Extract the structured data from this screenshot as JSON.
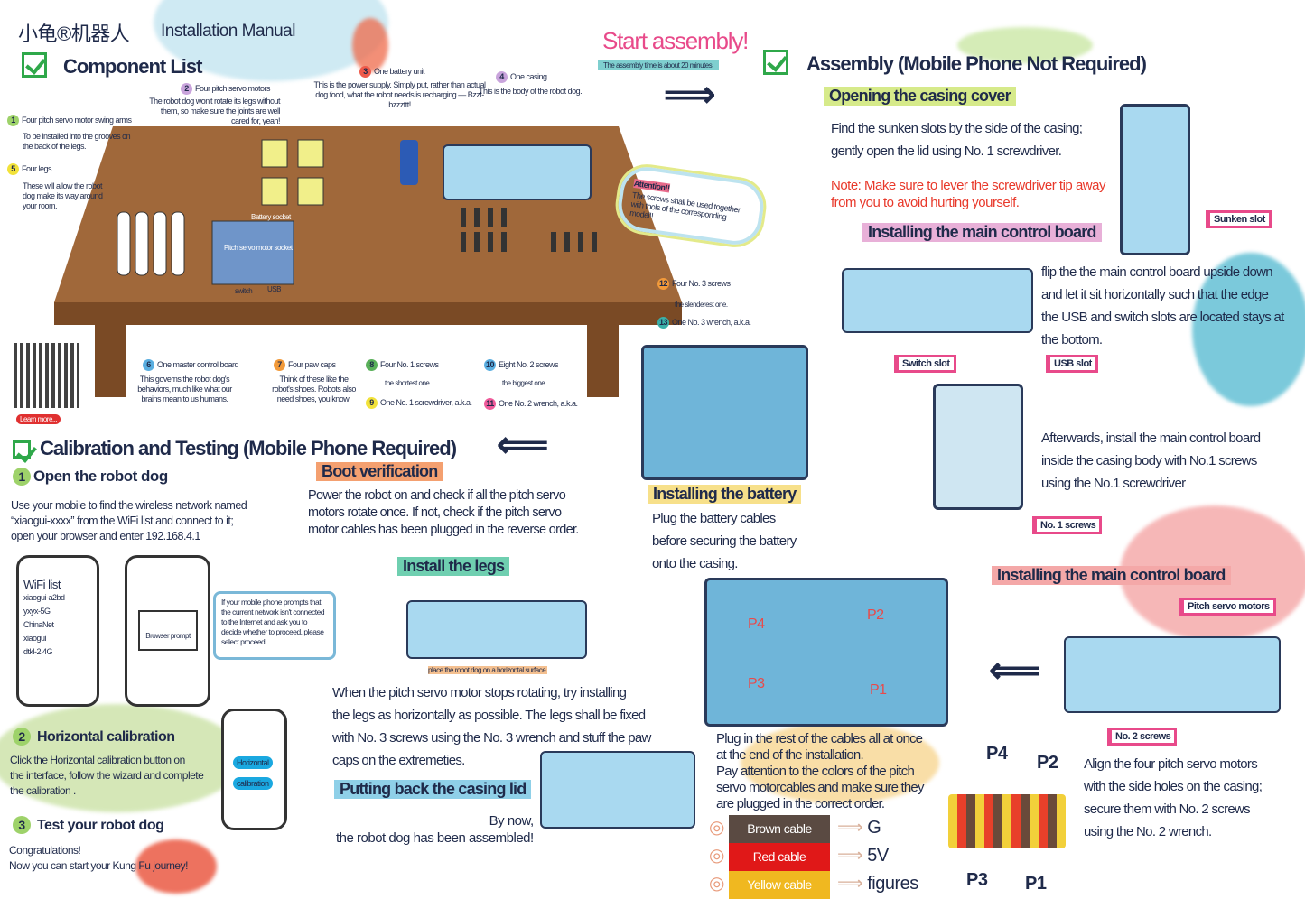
{
  "header": {
    "logo_text": "小龟®机器人",
    "title": "Installation Manual"
  },
  "component_list": {
    "title": "Component List",
    "items": [
      {
        "num": "1",
        "name": "Four pitch servo motor swing arms",
        "desc": "To be installed into the grooves on the back of the legs."
      },
      {
        "num": "2",
        "name": "Four pitch servo motors",
        "desc": "The robot dog won't rotate its legs without them, so make sure the joints are well cared for, yeah!"
      },
      {
        "num": "3",
        "name": "One battery unit",
        "desc": "This is the power supply. Simply put, rather than actual dog food, what the robot needs is recharging — Bzzt-bzzzttt!"
      },
      {
        "num": "4",
        "name": "One casing",
        "desc": "This is the body of the robot dog."
      },
      {
        "num": "5",
        "name": "Four legs",
        "desc": "These will allow the robot dog make its way around your room."
      },
      {
        "num": "6",
        "name": "One master control board",
        "desc": "This governs the robot dog's behaviors, much like what our brains mean to us humans."
      },
      {
        "num": "7",
        "name": "Four paw caps",
        "desc": "Think of these like the robot's shoes. Robots also need shoes, you know!"
      },
      {
        "num": "8",
        "name": "Four No. 1 screws",
        "desc": "the shortest one"
      },
      {
        "num": "9",
        "name": "One No. 1 screwdriver, a.k.a.",
        "desc": ""
      },
      {
        "num": "10",
        "name": "Eight No. 2 screws",
        "desc": "the biggest one"
      },
      {
        "num": "11",
        "name": "One No. 2 wrench, a.k.a.",
        "desc": ""
      },
      {
        "num": "12",
        "name": "Four No. 3 screws",
        "desc": "the slenderest one."
      },
      {
        "num": "13",
        "name": "One No. 3 wrench, a.k.a.",
        "desc": ""
      }
    ],
    "board_labels": {
      "battery_socket": "Battery socket",
      "servo_socket": "Pitch servo motor socket",
      "switch": "switch",
      "usb": "USB"
    },
    "learn_more": "Learn more..."
  },
  "start": {
    "title": "Start assembly!",
    "time": "The assembly time is about 20 minutes."
  },
  "attention": {
    "label": "Attention!!",
    "text": "The screws shall be used together with tools of the corresponding model!!"
  },
  "assembly": {
    "title": "Assembly (Mobile Phone Not Required)",
    "opening": {
      "title": "Opening the casing cover",
      "lines": [
        "Find the sunken slots by the side of the casing;",
        "gently open the lid using No. 1 screwdriver."
      ],
      "note": [
        "Note: Make sure to lever the screwdriver tip away",
        "from you to avoid hurting yourself."
      ],
      "sunken_slot": "Sunken slot"
    },
    "board1": {
      "title": "Installing the main control board",
      "lines": [
        "flip the the main control board upside down",
        "and let it sit horizontally such that the edge",
        "the USB and switch slots are located stays at",
        "the bottom."
      ],
      "switch_slot": "Switch slot",
      "usb_slot": "USB slot",
      "after": [
        "Afterwards, install the main control board",
        "inside the casing body with No.1 screws",
        "using the No.1 screwdriver"
      ],
      "screws_label": "No. 1 screws"
    },
    "board2": {
      "title": "Installing the main control board",
      "servo_label": "Pitch servo motors",
      "screws_label": "No. 2 screws",
      "lines": [
        "Align the four pitch servo motors",
        "with the side holes on the casing;",
        "secure them with No. 2 screws",
        "using the No. 2 wrench."
      ],
      "ports": [
        "P4",
        "P2",
        "P3",
        "P1"
      ]
    },
    "battery": {
      "title": "Installing the battery",
      "lines": [
        "Plug the battery cables",
        "before securing the battery",
        "onto the casing."
      ],
      "ports": [
        "P4",
        "P2",
        "P3",
        "P1"
      ]
    },
    "cables": {
      "lines": [
        "Plug in the rest of the cables all at once",
        "at the end of the installation.",
        "Pay attention to the colors of the pitch",
        "servo motorcables and make sure they",
        "are plugged in the correct order."
      ],
      "rows": [
        {
          "cable": "Brown cable",
          "target": "G",
          "color": "#5a4a42"
        },
        {
          "cable": "Red cable",
          "target": "5V",
          "color": "#e01818"
        },
        {
          "cable": "Yellow cable",
          "target": "figures",
          "color": "#f0b820"
        }
      ]
    },
    "legs": {
      "title": "Install the legs",
      "surface": "place the robot dog on a horizontal surface.",
      "lines": [
        "When the pitch servo motor stops rotating, try installing",
        "the legs as horizontally as possible. The legs shall be fixed",
        "with No. 3 screws using the No. 3 wrench and stuff the paw",
        "caps on the extremeties."
      ]
    },
    "lid": {
      "title": "Putting back the casing lid",
      "lines": [
        "By now,",
        "the robot dog has been assembled!"
      ]
    },
    "boot": {
      "title": "Boot verification",
      "lines": [
        "Power the robot on and check if all the pitch servo",
        "motors rotate once. If not, check if the pitch servo",
        "motor cables has been plugged in the reverse order."
      ]
    }
  },
  "calibration": {
    "title": "Calibration and Testing (Mobile Phone Required)",
    "step1": {
      "num": "1",
      "title": "Open the robot dog",
      "lines": [
        "Use your mobile to find the wireless network named",
        "“xiaogui-xxxx” from the WiFi list and connect to it;",
        "open your browser and enter 192.168.4.1"
      ]
    },
    "wifi": {
      "title": "WiFi list",
      "networks": [
        "xiaogui-a2bd",
        "yxyx-5G",
        "ChinaNet",
        "xiaogui",
        "dtkl-2.4G"
      ]
    },
    "browser_prompt": "Browser prompt",
    "prompt_note": "If your mobile phone prompts that the current network isn't connected to the Internet and ask you to decide whether to proceed, please select proceed.",
    "step2": {
      "num": "2",
      "title": "Horizontal calibration",
      "lines": [
        "Click the Horizontal calibration button on",
        "the interface, follow the wizard and complete",
        "the calibration ."
      ],
      "buttons": [
        "Horizontal",
        "calibration"
      ]
    },
    "step3": {
      "num": "3",
      "title": "Test your robot dog",
      "lines": [
        "Congratulations!",
        "Now you can start your Kung Fu journey!"
      ]
    }
  },
  "colors": {
    "navy": "#1f2a4a",
    "pink": "#e84a8a",
    "green": "#2fa84a",
    "table": "#a0683a"
  }
}
